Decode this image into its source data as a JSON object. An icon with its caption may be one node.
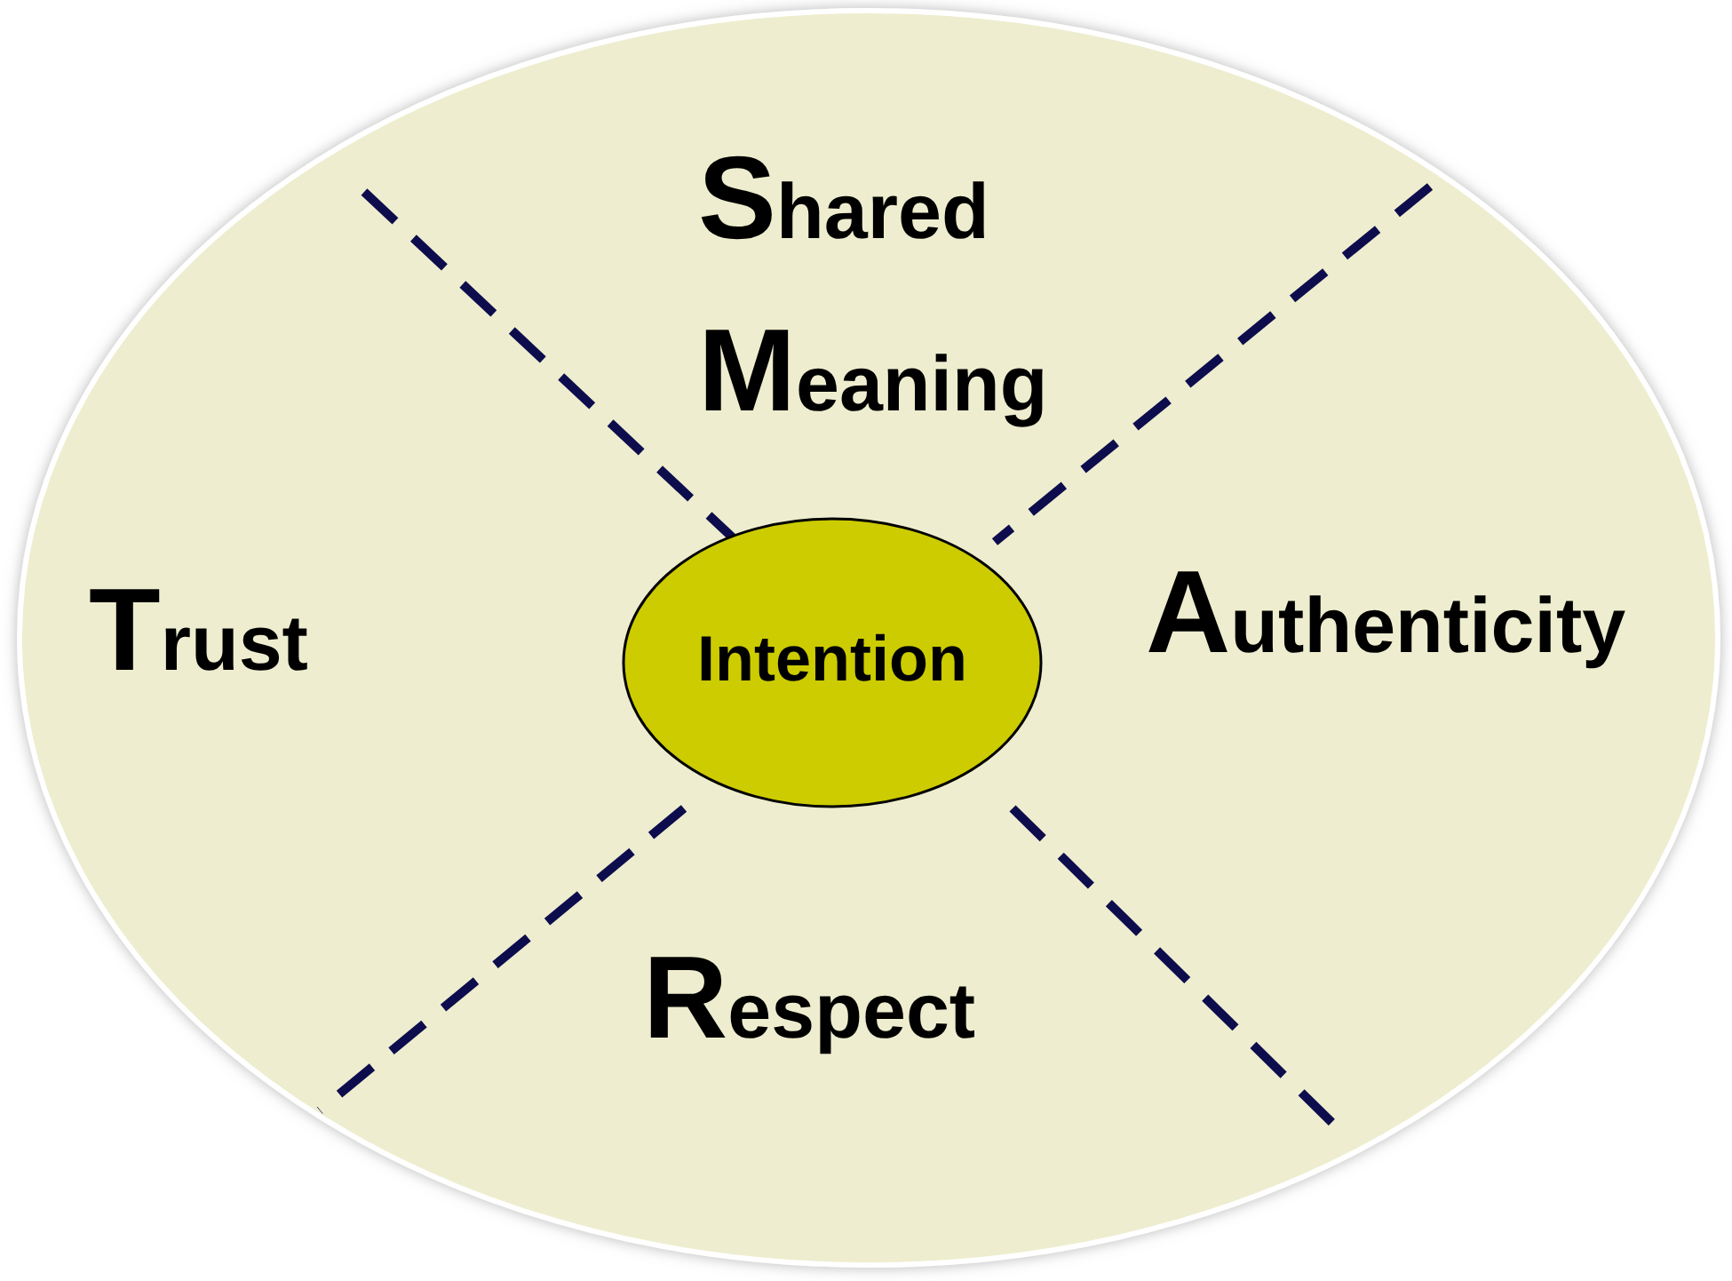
{
  "diagram": {
    "nodes": [
      {
        "text": [
          "Shared Meaning",
          "Trust",
          "Authenticity",
          "Respect"
        ]
      },
      {
        "text": [
          "Intention"
        ],
        "in": 0
      }
    ]
  }
}
